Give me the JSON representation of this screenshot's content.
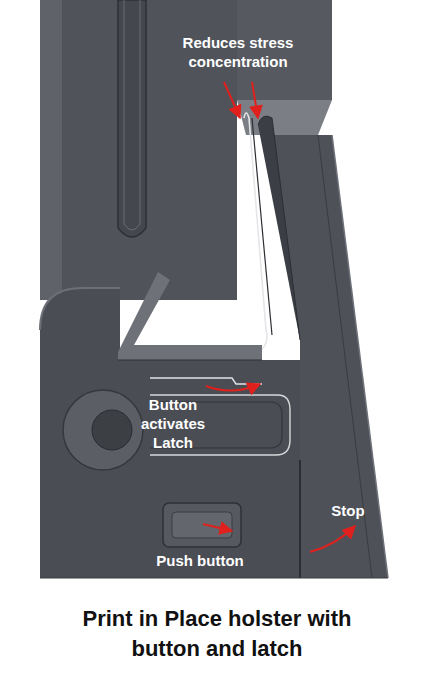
{
  "diagram": {
    "caption": "Print in Place holster with button and latch",
    "labels": [
      "Reduces stress concentration",
      "Button activates Latch",
      "Push button",
      "Stop"
    ]
  }
}
